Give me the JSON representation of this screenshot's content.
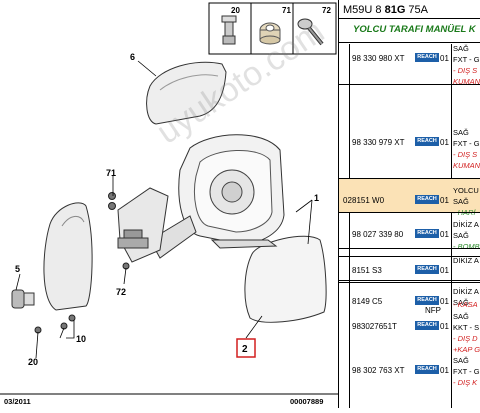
{
  "header": {
    "code_prefix": "M59U 8 ",
    "code_bold": "81G",
    "code_suffix": " 75A",
    "title": "YOLCU TARAFI MANÜEL K"
  },
  "diagram": {
    "part_labels": {
      "p6": "6",
      "p71": "71",
      "p72": "72",
      "p5": "5",
      "p20": "20",
      "p10": "10",
      "p1": "1",
      "p2": "2"
    },
    "thumb_labels": {
      "t20": "20",
      "t71": "71",
      "t72": "72"
    },
    "footer_left": "03/2011",
    "footer_right": "00007889",
    "watermark": "uyukoto.com"
  },
  "parts_table": {
    "rows": [
      {
        "idx": "",
        "ref": "98 330 980 XT",
        "reach": "REACH",
        "qty": "01",
        "lines": [
          {
            "t": "SAĞ",
            "c": "k"
          },
          {
            "t": "FXT - G",
            "c": "k"
          },
          {
            "t": "- DIŞ S",
            "c": "r"
          },
          {
            "t": "KUMAN",
            "c": "r"
          }
        ]
      },
      {
        "idx": "",
        "ref": "98 330 979 XT",
        "reach": "REACH",
        "qty": "01",
        "lines": [
          {
            "t": "SAĞ",
            "c": "k"
          },
          {
            "t": "FXT - G",
            "c": "k"
          },
          {
            "t": "- DIŞ S",
            "c": "r"
          },
          {
            "t": "KUMAN",
            "c": "r"
          }
        ]
      },
      {
        "idx": "02",
        "ref": "8151 W0",
        "reach": "REACH",
        "qty": "01",
        "lines": [
          {
            "t": "YOLCU",
            "c": "k"
          },
          {
            "t": "SAĞ",
            "c": "k"
          },
          {
            "t": "- HARİ",
            "c": "g"
          }
        ]
      },
      {
        "idx": "",
        "ref": "98 027 339 80",
        "reach": "REACH",
        "qty": "01",
        "lines": [
          {
            "t": "DİKİZ A",
            "c": "k"
          },
          {
            "t": "SAĞ",
            "c": "k"
          },
          {
            "t": "- BOMB",
            "c": "g"
          }
        ]
      },
      {
        "idx": "",
        "ref": "8151 S3",
        "reach": "REACH",
        "qty": "01",
        "lines": [
          {
            "t": "DİKİZ A",
            "c": "k"
          }
        ]
      },
      {
        "idx": "",
        "ref": "8149 C5",
        "reach": "REACH",
        "qty": "01",
        "lines": [
          {
            "t": "DİKİZ A",
            "c": "k"
          },
          {
            "t": "SAĞ",
            "c": "k"
          }
        ]
      },
      {
        "idx": "",
        "ref": "",
        "nfp": "NFP",
        "lines": [
          {
            "t": "- KASA",
            "c": "r"
          }
        ]
      },
      {
        "idx": "",
        "ref": "983027651T",
        "reach": "REACH",
        "qty": "01",
        "lines": [
          {
            "t": "SAĞ",
            "c": "k"
          },
          {
            "t": "KKT - S",
            "c": "k"
          },
          {
            "t": "- DIŞ D",
            "c": "r"
          },
          {
            "t": "+KAP G",
            "c": "r"
          }
        ]
      },
      {
        "idx": "",
        "ref": "98 302 763 XT",
        "reach": "REACH",
        "qty": "01",
        "lines": [
          {
            "t": "SAĞ",
            "c": "k"
          },
          {
            "t": "FXT - G",
            "c": "k"
          },
          {
            "t": "- DIŞ K",
            "c": "r"
          }
        ]
      }
    ]
  }
}
